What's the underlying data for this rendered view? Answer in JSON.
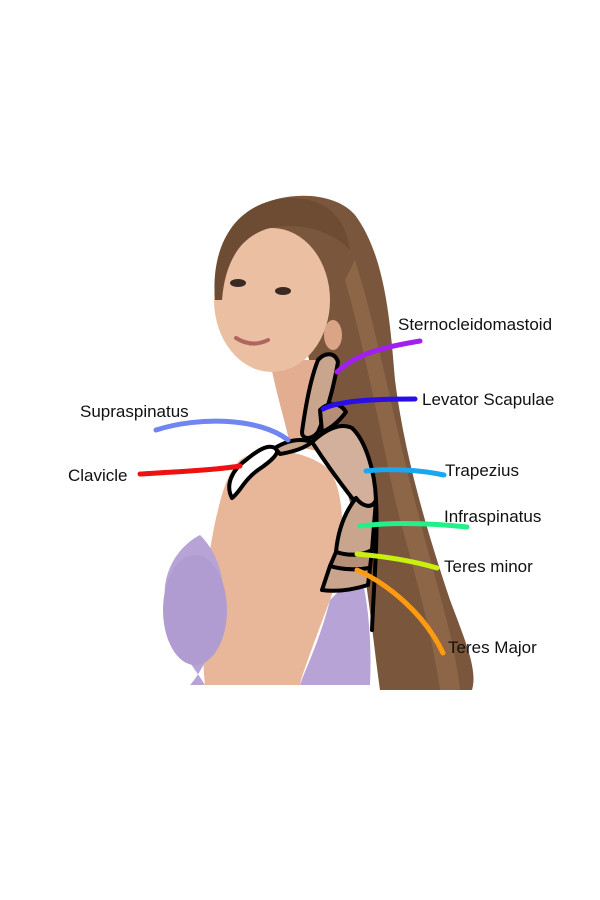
{
  "labels": {
    "sternocleidomastoid": {
      "text": "Sternocleidomastoid",
      "color": "#a020f0"
    },
    "levator_scapulae": {
      "text": "Levator Scapulae",
      "color": "#2a0ee8"
    },
    "supraspinatus": {
      "text": "Supraspinatus",
      "color": "#6f86f0"
    },
    "clavicle": {
      "text": "Clavicle",
      "color": "#ee1111"
    },
    "trapezius": {
      "text": "Trapezius",
      "color": "#18a8f0"
    },
    "infraspinatus": {
      "text": "Infraspinatus",
      "color": "#22f088"
    },
    "teres_minor": {
      "text": "Teres minor",
      "color": "#c8f010"
    },
    "teres_major": {
      "text": "Teres Major",
      "color": "#ff9b10"
    }
  },
  "colors": {
    "outline": "#000000",
    "muscle_fill": "#c9a58e",
    "hair": "#7a563c",
    "skin": "#e8b79a",
    "top": "#b7a3d6"
  }
}
